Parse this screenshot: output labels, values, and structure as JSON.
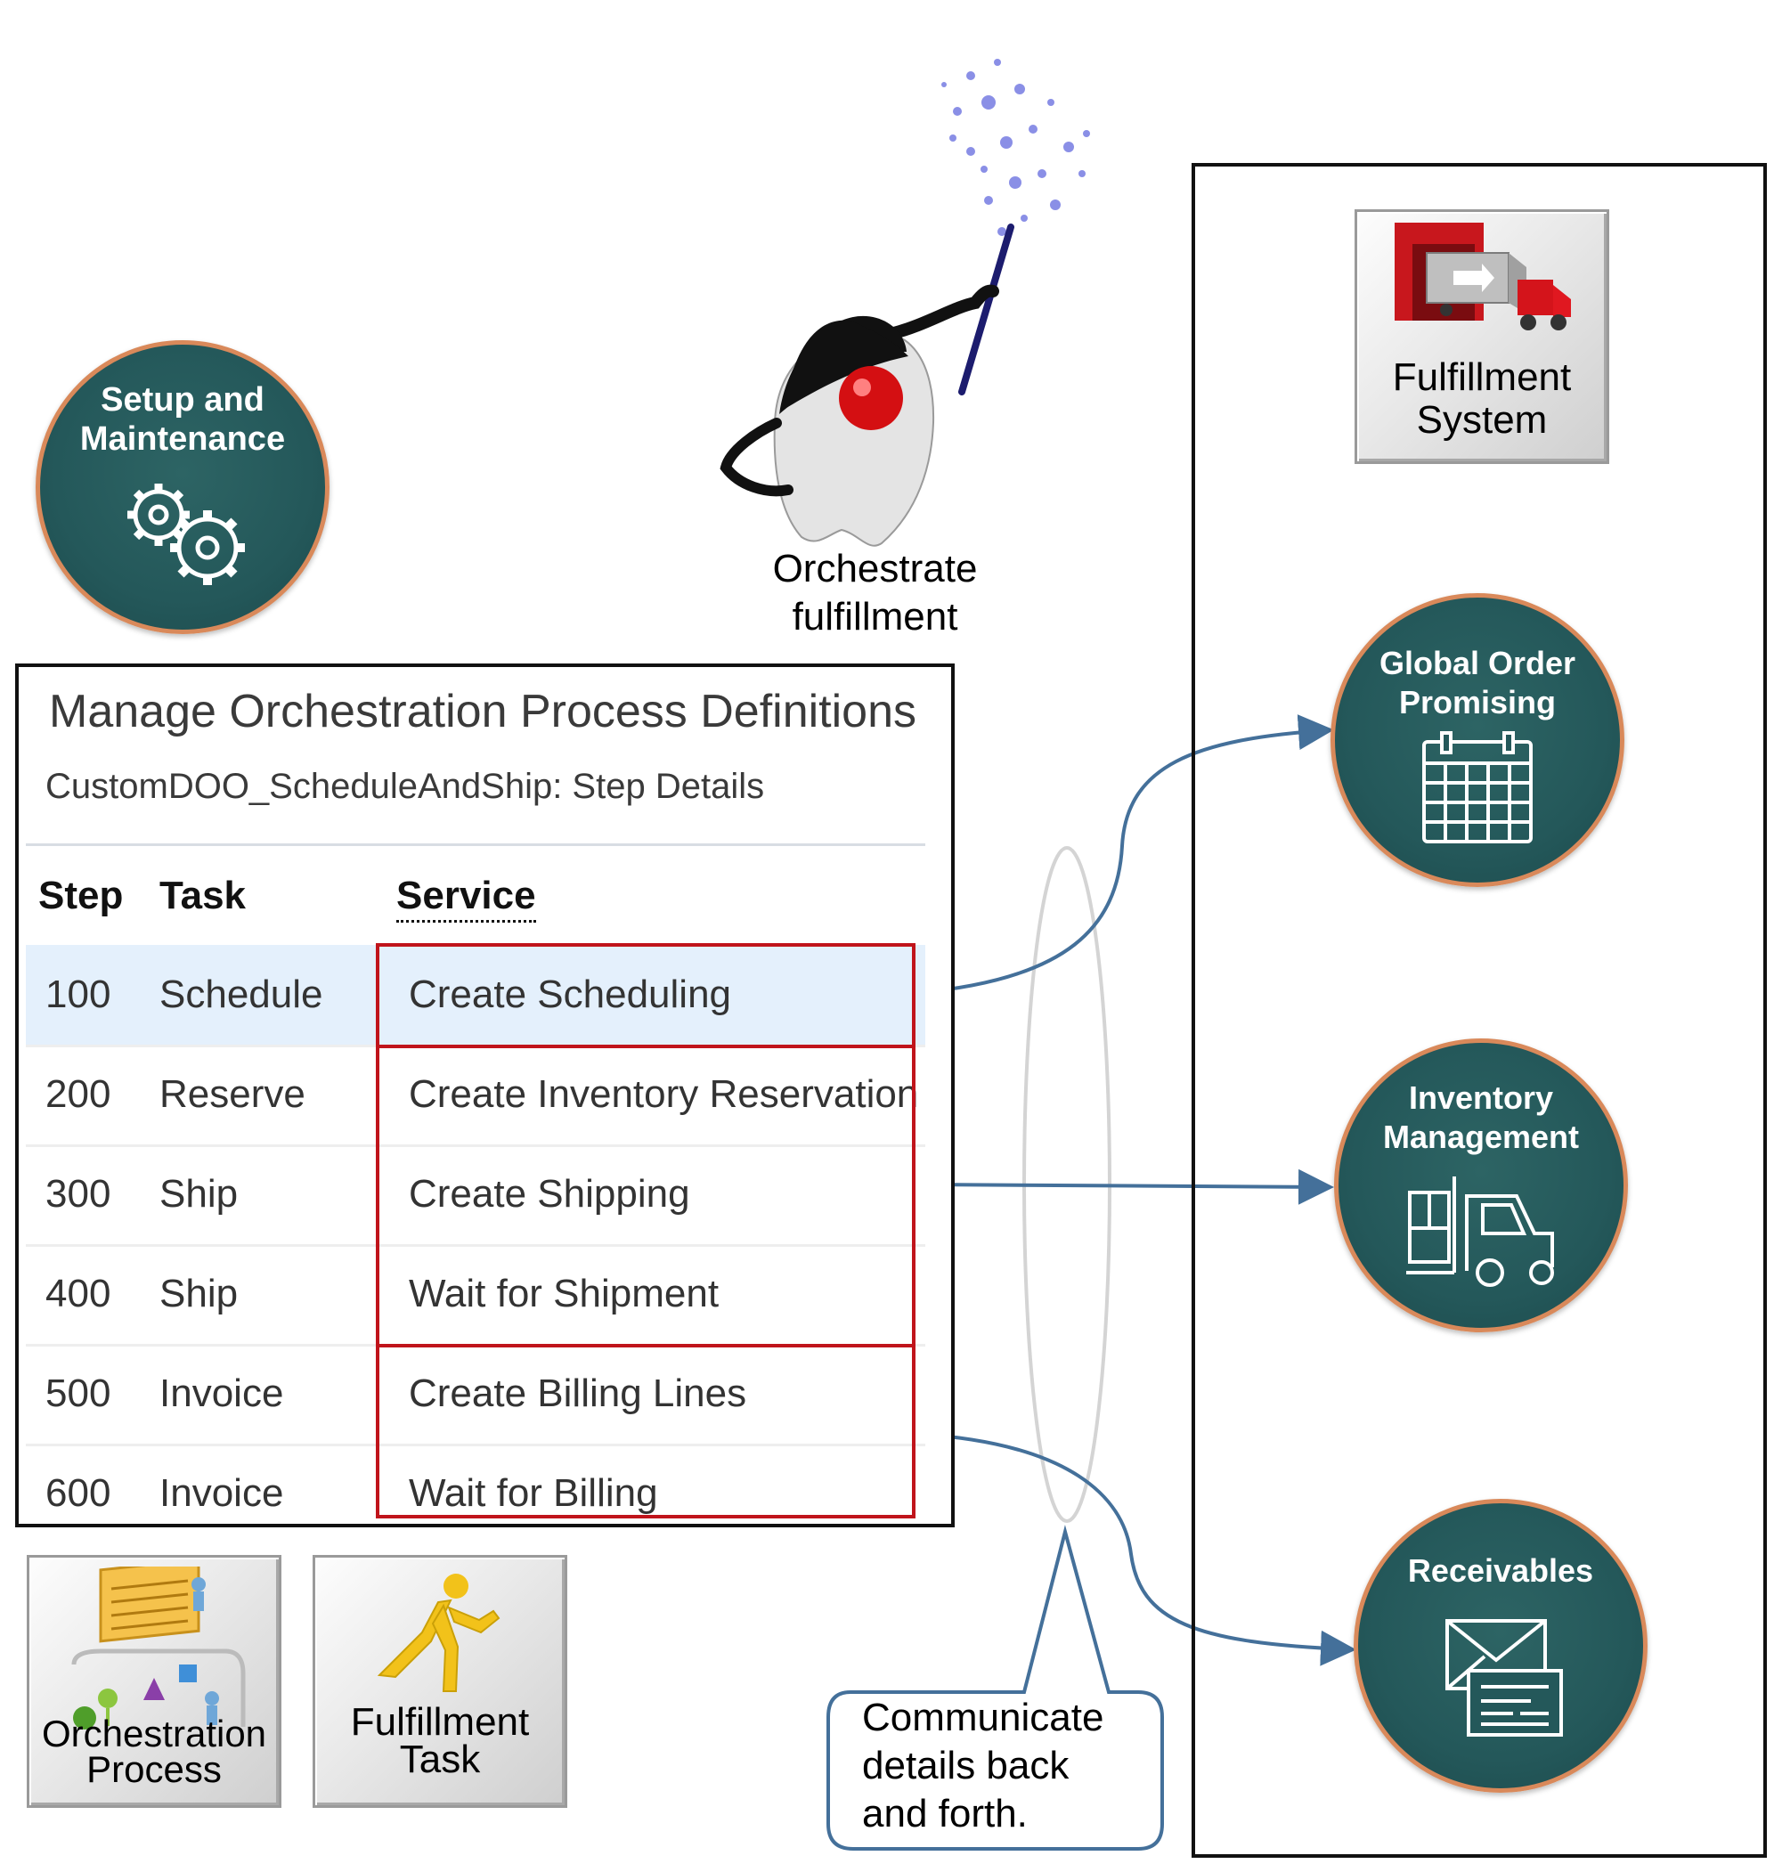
{
  "setup_badge": {
    "label": "Setup and\nMaintenance",
    "icon": "gears-icon"
  },
  "orchestrate": {
    "caption": "Orchestrate\nfulfillment",
    "icon": "wizard-mascot-icon"
  },
  "panel": {
    "title": "Manage Orchestration Process Definitions",
    "subtitle": "CustomDOO_ScheduleAndShip: Step Details",
    "columns": {
      "step": "Step",
      "task": "Task",
      "service": "Service"
    },
    "rows": [
      {
        "step": "100",
        "task": "Schedule",
        "service": "Create Scheduling"
      },
      {
        "step": "200",
        "task": "Reserve",
        "service": "Create Inventory Reservation"
      },
      {
        "step": "300",
        "task": "Ship",
        "service": "Create Shipping"
      },
      {
        "step": "400",
        "task": "Ship",
        "service": "Wait for Shipment"
      },
      {
        "step": "500",
        "task": "Invoice",
        "service": "Create Billing Lines"
      },
      {
        "step": "600",
        "task": "Invoice",
        "service": "Wait for Billing"
      }
    ]
  },
  "tiles": {
    "orchestration_process": "Orchestration\nProcess",
    "fulfillment_task": "Fulfillment\nTask",
    "fulfillment_system": "Fulfillment\nSystem"
  },
  "systems": {
    "global_order_promising": "Global Order\nPromising",
    "inventory_management": "Inventory\nManagement",
    "receivables": "Receivables"
  },
  "callout": {
    "text": "Communicate\ndetails back\nand forth."
  },
  "colors": {
    "teal": "#24585a",
    "badge_border": "#d9895a",
    "red_box": "#c0141b",
    "arrow": "#44709a",
    "selected_row": "#e4f0fc"
  }
}
